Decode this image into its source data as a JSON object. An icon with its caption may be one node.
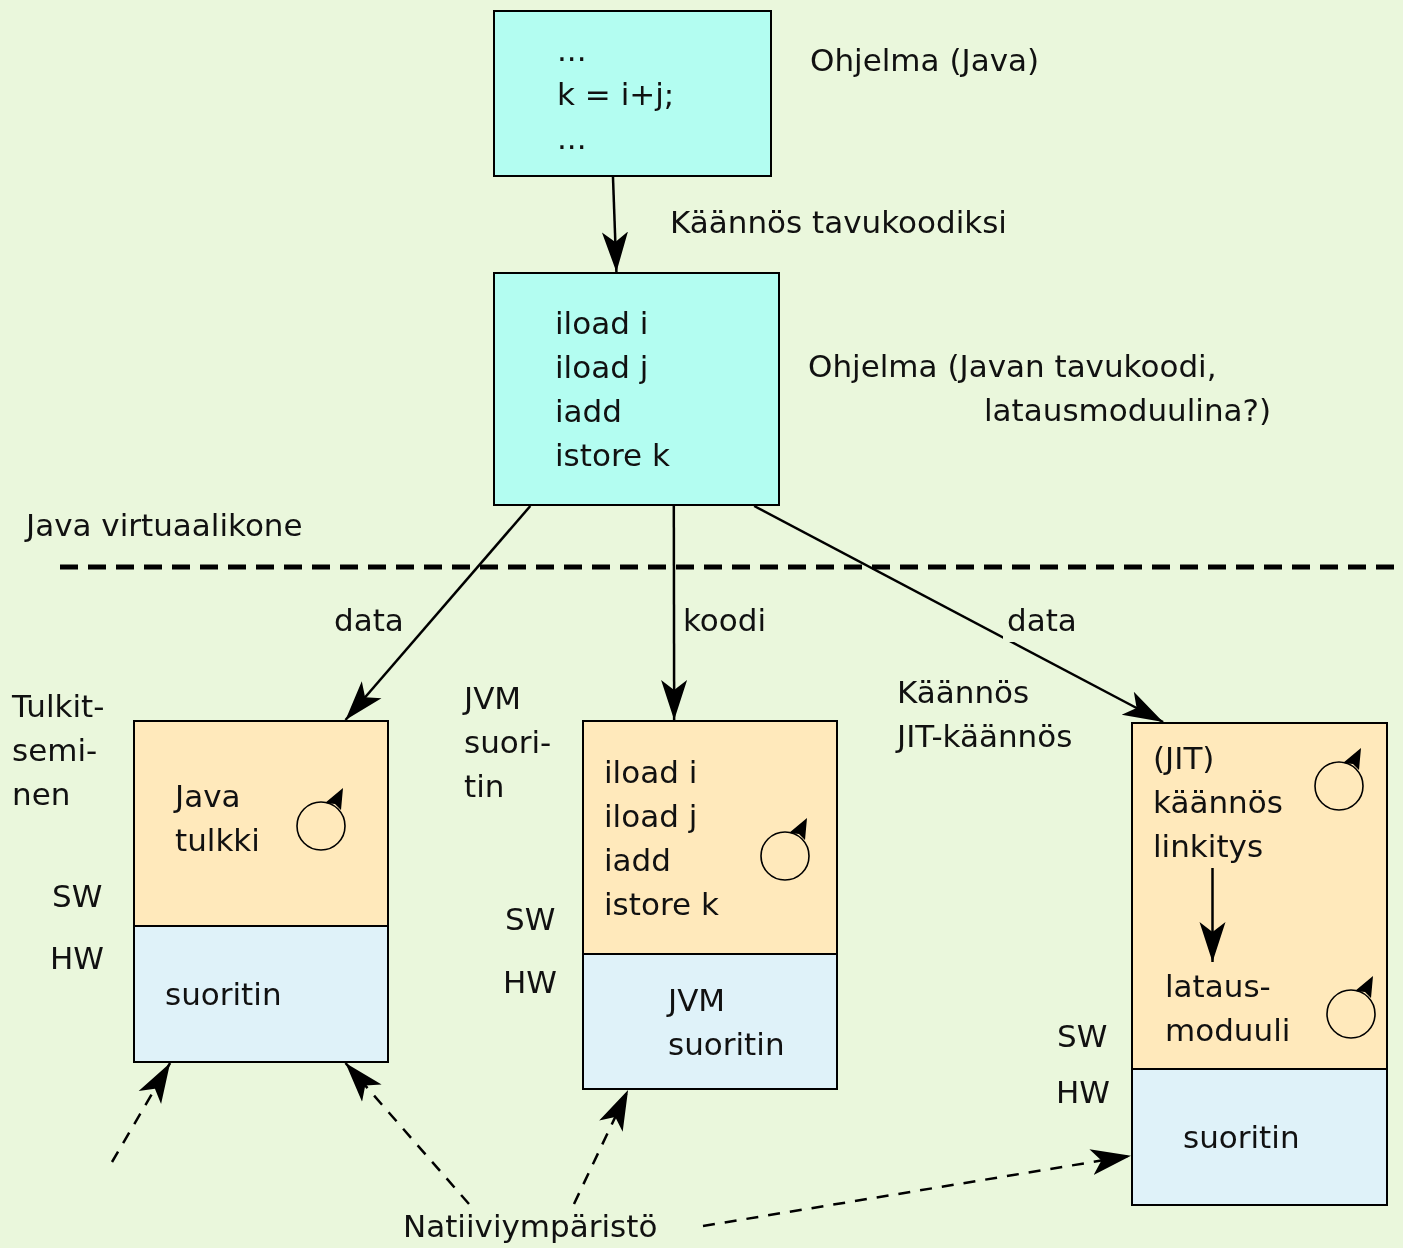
{
  "diagram": {
    "nodes": [
      {
        "text": [
          "...",
          "k = i+j;",
          "..."
        ],
        "beside": [
          "Ohjelma (Java)"
        ]
      },
      {
        "text": [
          "iload i",
          "iload j",
          "iadd",
          "istore k"
        ],
        "beside": [
          "Ohjelma (Javan tavukoodi, latausmoduulina?)"
        ]
      },
      {
        "text": [
          "Java tulkki"
        ]
      },
      {
        "text": [
          "suoritin"
        ]
      },
      {
        "text": [
          "iload i",
          "iload j",
          "iadd",
          "istore k"
        ]
      },
      {
        "text": [
          "JVM suoritin"
        ]
      },
      {
        "text": [],
        "shape": "box"
      },
      {
        "text": [
          "(JIT) käännös linkitys"
        ],
        "in": 6
      },
      {
        "text": [
          "lataus- moduuli"
        ],
        "in": 6
      },
      {
        "text": [
          "suoritin"
        ]
      },
      {
        "text": [
          "Natiiviympäristö"
        ]
      }
    ],
    "edges": [
      {
        "from": 0,
        "to": 1,
        "arrow": "to",
        "label": "Käännös tavukoodiksi"
      },
      {
        "from": 1,
        "to": 2,
        "arrow": "to",
        "label": "data"
      },
      {
        "from": 1,
        "to": 4,
        "arrow": "to",
        "label": "koodi"
      },
      {
        "from": 1,
        "to": 6,
        "arrow": "to",
        "label": "data"
      },
      {
        "from": 7,
        "to": 8,
        "arrow": "to"
      },
      {
        "from": null,
        "to": 3,
        "arrow": "to",
        "style": "dashed"
      },
      {
        "from": 10,
        "to": 3,
        "arrow": "to",
        "style": "dashed"
      },
      {
        "from": 10,
        "to": 5,
        "arrow": "to",
        "style": "dashed"
      },
      {
        "from": 10,
        "to": 9,
        "arrow": "to",
        "style": "dashed"
      }
    ],
    "labels": [
      "Java virtuaalikone",
      "Tulkit- semi- nen",
      "JVM suori- tin",
      "Käännös",
      "JIT-käännös",
      "SW",
      "HW",
      "SW",
      "HW",
      "SW",
      "HW"
    ]
  }
}
